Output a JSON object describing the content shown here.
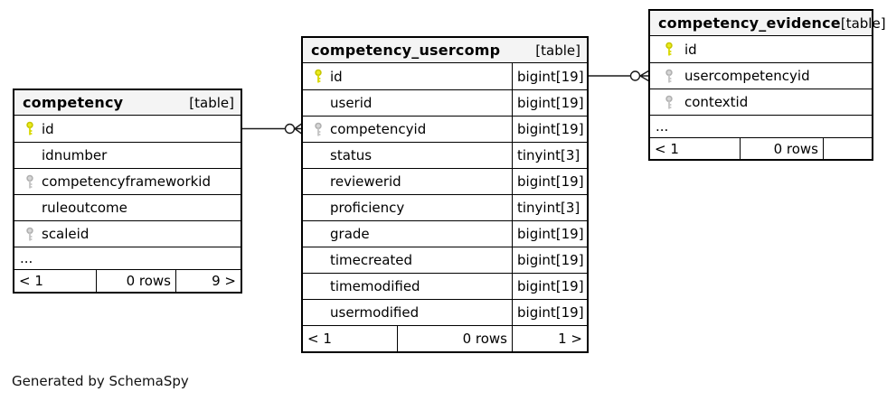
{
  "credit": "Generated by SchemaSpy",
  "colors": {
    "primary_key_icon": "#ebeb1f",
    "foreign_key_icon": "#d6d6d6",
    "header_background": "#f4f4f4",
    "table_border": "#000000",
    "connector_line": "#1a1a1a"
  },
  "tables": [
    {
      "name": "competency",
      "tag": "[table]",
      "columns": [
        {
          "name": "id",
          "key": "primary"
        },
        {
          "name": "idnumber",
          "key": "none"
        },
        {
          "name": "competencyframeworkid",
          "key": "foreign"
        },
        {
          "name": "ruleoutcome",
          "key": "none"
        },
        {
          "name": "scaleid",
          "key": "foreign"
        }
      ],
      "ellipsis": "...",
      "footer": {
        "left": "< 1",
        "center": "0 rows",
        "right": "9 >"
      }
    },
    {
      "name": "competency_usercomp",
      "tag": "[table]",
      "columns": [
        {
          "name": "id",
          "key": "primary",
          "type": "bigint[19]"
        },
        {
          "name": "userid",
          "key": "none",
          "type": "bigint[19]"
        },
        {
          "name": "competencyid",
          "key": "foreign",
          "type": "bigint[19]"
        },
        {
          "name": "status",
          "key": "none",
          "type": "tinyint[3]"
        },
        {
          "name": "reviewerid",
          "key": "none",
          "type": "bigint[19]"
        },
        {
          "name": "proficiency",
          "key": "none",
          "type": "tinyint[3]"
        },
        {
          "name": "grade",
          "key": "none",
          "type": "bigint[19]"
        },
        {
          "name": "timecreated",
          "key": "none",
          "type": "bigint[19]"
        },
        {
          "name": "timemodified",
          "key": "none",
          "type": "bigint[19]"
        },
        {
          "name": "usermodified",
          "key": "none",
          "type": "bigint[19]"
        }
      ],
      "footer": {
        "left": "< 1",
        "center": "0 rows",
        "right": "1 >"
      }
    },
    {
      "name": "competency_evidence",
      "tag": "[table]",
      "columns": [
        {
          "name": "id",
          "key": "primary"
        },
        {
          "name": "usercompetencyid",
          "key": "foreign"
        },
        {
          "name": "contextid",
          "key": "foreign"
        }
      ],
      "ellipsis": "...",
      "footer": {
        "left": "< 1",
        "center": "0 rows",
        "right": ""
      }
    }
  ],
  "relationships": [
    {
      "from": "competency.id",
      "to": "competency_usercomp.competencyid",
      "notation": "zero-or-many crow's foot"
    },
    {
      "from": "competency_usercomp.id",
      "to": "competency_evidence.usercompetencyid",
      "notation": "zero-or-many crow's foot"
    }
  ]
}
